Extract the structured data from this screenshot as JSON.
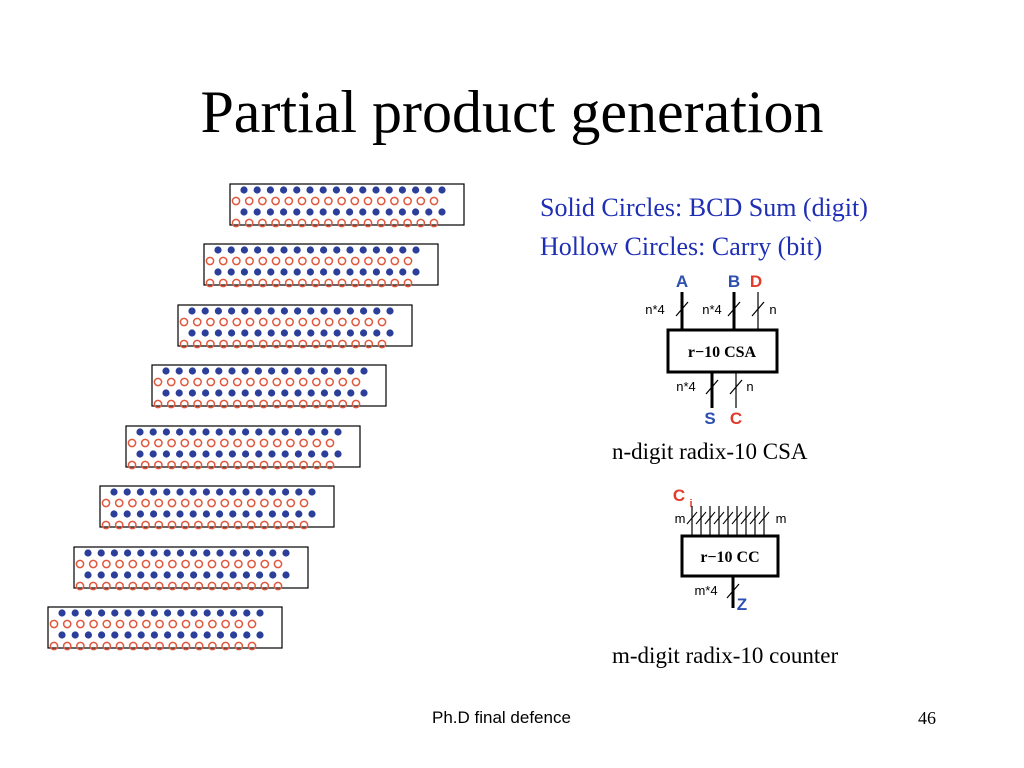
{
  "slide": {
    "title": "Partial product generation",
    "footer_left": "Ph.D final defence",
    "page_number": "46"
  },
  "legend": {
    "solid": "Solid Circles: BCD Sum (digit)",
    "hollow": "Hollow Circles: Carry (bit)"
  },
  "csa": {
    "input_a": "A",
    "input_b": "B",
    "input_d": "D",
    "width_a": "n*4",
    "width_b": "n*4",
    "width_d": "n",
    "block_label": "r−10 CSA",
    "width_s": "n*4",
    "width_c": "n",
    "output_s": "S",
    "output_c": "C",
    "caption": "n-digit radix-10 CSA"
  },
  "counter": {
    "input_c": "C",
    "input_c_sub": "i",
    "width_left": "m",
    "width_right": "m",
    "block_label": "r−10 CC",
    "width_out": "m*4",
    "output_z": "Z",
    "caption": "m-digit radix-10 counter"
  },
  "dot_diagram": {
    "groups": 8,
    "digits_per_row": 16,
    "rows_per_group": [
      "solid",
      "hollow",
      "solid",
      "hollow"
    ],
    "solid_color": "#2b3f9a",
    "hollow_color": "#e0593f",
    "box_color": "#000000"
  },
  "colors": {
    "legend_text": "#1f2fb5",
    "blue_label": "#2d4fb0",
    "red_label": "#e03b2b"
  }
}
